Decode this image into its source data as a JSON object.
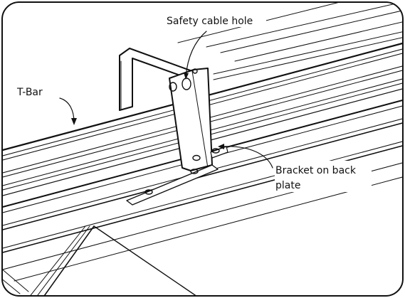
{
  "figure": {
    "line_color": "#111111",
    "background": "#ffffff",
    "callouts": {
      "safety_cable_hole": "Safety cable hole",
      "t_bar": "T-Bar",
      "bracket_line1": "Bracket on back",
      "bracket_line2": "plate"
    }
  }
}
